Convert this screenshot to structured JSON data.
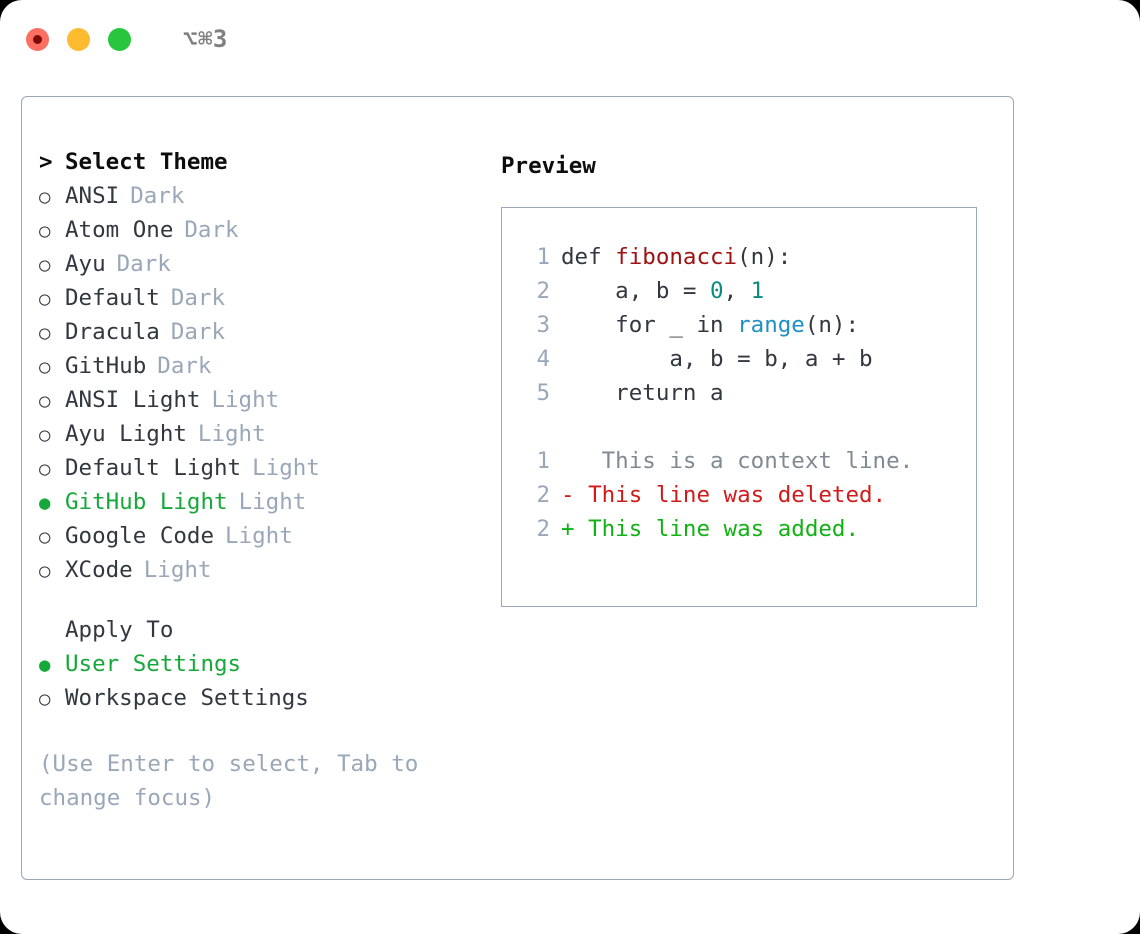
{
  "titlebar": {
    "shortcut": "⌥⌘3",
    "buttons": [
      "close",
      "minimize",
      "maximize"
    ]
  },
  "left": {
    "header": {
      "caret": ">",
      "title": "Select Theme"
    },
    "themes": [
      {
        "marker": "○",
        "name": "ANSI",
        "tag": "Dark",
        "selected": false
      },
      {
        "marker": "○",
        "name": "Atom One",
        "tag": "Dark",
        "selected": false
      },
      {
        "marker": "○",
        "name": "Ayu",
        "tag": "Dark",
        "selected": false
      },
      {
        "marker": "○",
        "name": "Default",
        "tag": "Dark",
        "selected": false
      },
      {
        "marker": "○",
        "name": "Dracula",
        "tag": "Dark",
        "selected": false
      },
      {
        "marker": "○",
        "name": "GitHub",
        "tag": "Dark",
        "selected": false
      },
      {
        "marker": "○",
        "name": "ANSI Light",
        "tag": "Light",
        "selected": false
      },
      {
        "marker": "○",
        "name": "Ayu Light",
        "tag": "Light",
        "selected": false
      },
      {
        "marker": "○",
        "name": "Default Light",
        "tag": "Light",
        "selected": false
      },
      {
        "marker": "●",
        "name": "GitHub Light",
        "tag": "Light",
        "selected": true
      },
      {
        "marker": "○",
        "name": "Google Code",
        "tag": "Light",
        "selected": false
      },
      {
        "marker": "○",
        "name": "XCode",
        "tag": "Light",
        "selected": false
      }
    ],
    "apply": {
      "label": "Apply To",
      "options": [
        {
          "marker": "●",
          "name": "User Settings",
          "selected": true
        },
        {
          "marker": "○",
          "name": "Workspace Settings",
          "selected": false
        }
      ]
    },
    "hint": "(Use Enter to select, Tab to change focus)"
  },
  "right": {
    "title": "Preview",
    "code": [
      {
        "no": "1",
        "parts": [
          {
            "t": "def ",
            "c": "kw"
          },
          {
            "t": "fibonacci",
            "c": "fn"
          },
          {
            "t": "(n):",
            "c": "plain"
          }
        ]
      },
      {
        "no": "2",
        "parts": [
          {
            "t": "    a, b = ",
            "c": "plain"
          },
          {
            "t": "0",
            "c": "num"
          },
          {
            "t": ", ",
            "c": "plain"
          },
          {
            "t": "1",
            "c": "num"
          }
        ]
      },
      {
        "no": "3",
        "parts": [
          {
            "t": "    for _ in ",
            "c": "plain"
          },
          {
            "t": "range",
            "c": "bi"
          },
          {
            "t": "(n):",
            "c": "plain"
          }
        ]
      },
      {
        "no": "4",
        "parts": [
          {
            "t": "        a, b = b, a + b",
            "c": "plain"
          }
        ]
      },
      {
        "no": "5",
        "parts": [
          {
            "t": "    return a",
            "c": "plain"
          }
        ]
      }
    ],
    "diff": [
      {
        "no": "1",
        "sign": " ",
        "text": "  This is a context line.",
        "kind": "ctx"
      },
      {
        "no": "2",
        "sign": "-",
        "text": " This line was deleted.",
        "kind": "del"
      },
      {
        "no": "2",
        "sign": "+",
        "text": " This line was added.",
        "kind": "add"
      }
    ]
  },
  "colors": {
    "accent_green": "#16a83a",
    "muted": "#9aa7b8",
    "border": "#9aa7b8",
    "text": "#33373f",
    "diff_add": "#12b215",
    "diff_del": "#cf1b1b",
    "syntax_function": "#9e1212",
    "syntax_number": "#0d8a80",
    "syntax_builtin": "#1f8fc4"
  }
}
